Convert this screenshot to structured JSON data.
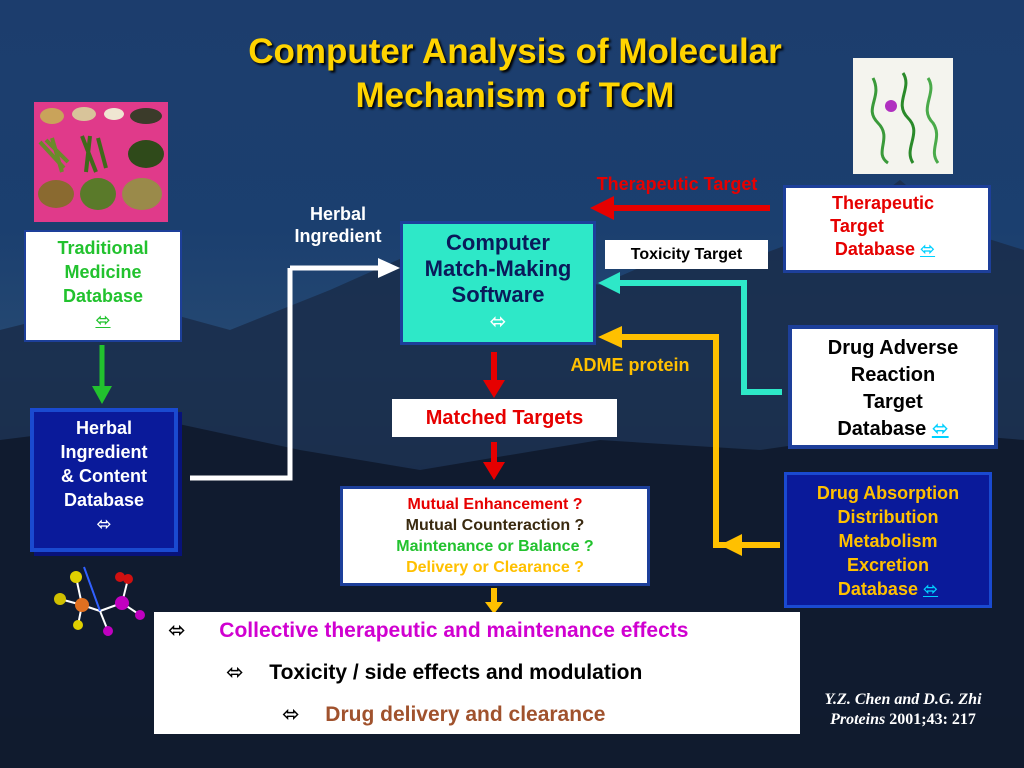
{
  "title_line1": "Computer Analysis of Molecular",
  "title_line2": "Mechanism of TCM",
  "icon_glyph": "⬄",
  "tcm_db": {
    "line1": "Traditional",
    "line2": "Medicine",
    "line3": "Database"
  },
  "herbal_db": {
    "line1": "Herbal",
    "line2": "Ingredient",
    "line3": "& Content",
    "line4": "Database"
  },
  "herbal_ingredient_label": {
    "line1": "Herbal",
    "line2": "Ingredient"
  },
  "software": {
    "line1": "Computer",
    "line2": "Match-Making",
    "line3": "Software"
  },
  "therapeutic_target_label": "Therapeutic Target",
  "toxicity_target_label": "Toxicity Target",
  "adme_label": "ADME protein",
  "ttd": {
    "line1": "Therapeutic",
    "line2": "Target",
    "line3": "Database"
  },
  "adr": {
    "line1": "Drug Adverse",
    "line2": "Reaction",
    "line3": "Target",
    "line4": "Database"
  },
  "adme_db": {
    "line1": "Drug Absorption",
    "line2": "Distribution",
    "line3": "Metabolism",
    "line4": "Excretion",
    "line5": "Database"
  },
  "matched_targets": "Matched Targets",
  "questions": {
    "q1": "Mutual Enhancement ?",
    "q2": "Mutual Counteraction ?",
    "q3": "Maintenance or Balance ?",
    "q4": "Delivery or Clearance ?"
  },
  "outcomes": {
    "o1": "Collective therapeutic and maintenance effects",
    "o2": "Toxicity / side effects and modulation",
    "o3": "Drug delivery and clearance"
  },
  "citation": {
    "authors": "Y.Z. Chen and D.G. Zhi",
    "journal": "Proteins",
    "ref": "2001;43: 217"
  },
  "colors": {
    "title": "#ffd400",
    "green": "#22c22e",
    "red": "#e60000",
    "cyan": "#2ee8c8",
    "gold": "#ffc000",
    "magenta": "#d000d0",
    "brown": "#a0522d",
    "navy": "#0a1a9a"
  }
}
